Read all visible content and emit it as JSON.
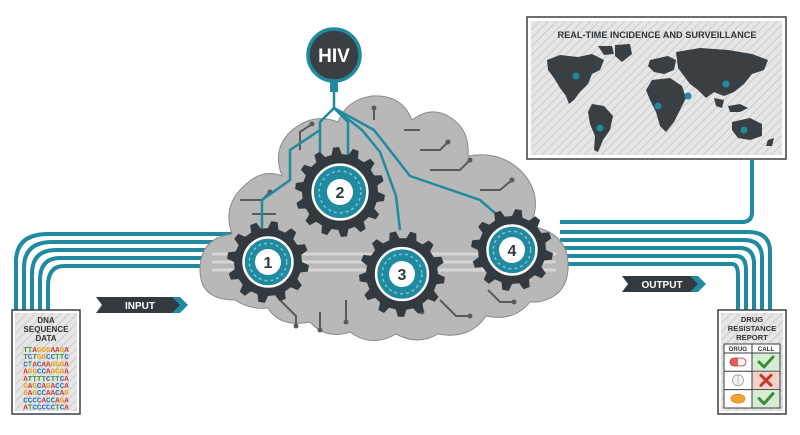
{
  "hiv_label": "HIV",
  "map_title": "REAL-TIME INCIDENCE AND SURVEILLANCE",
  "input_label": "INPUT",
  "output_label": "OUTPUT",
  "gears": [
    "1",
    "2",
    "3",
    "4"
  ],
  "dna": {
    "title_lines": [
      "DNA",
      "SEQUENCE",
      "DATA"
    ],
    "sequences": [
      "TTAGGGAAGA",
      "TCTGGCCTTC",
      "CTACAAGGGA",
      "AGGCCAGGGA",
      "ATTTTCTTCA",
      "GAGCAGACCA",
      "GAGCCAACAG",
      "CCCCACCAGA",
      "ATCCCCCTCA"
    ]
  },
  "report": {
    "title_lines": [
      "DRUG",
      "RESISTANCE",
      "REPORT"
    ],
    "col_drug": "DRUG",
    "col_call": "CALL",
    "rows": [
      {
        "pill": "capsule",
        "call": "check"
      },
      {
        "pill": "round-pill",
        "call": "cross"
      },
      {
        "pill": "oval-pill",
        "call": "check"
      }
    ]
  },
  "colors": {
    "teal": "#1f8aa0",
    "dark": "#333a3f",
    "cloud": "#b3b3b3",
    "check": "#3a8f3a",
    "cross": "#c0392b",
    "nuc_A": "#d2413a",
    "nuc_C": "#2e6fb7",
    "nuc_G": "#e6a01c",
    "nuc_T": "#3f9a3a"
  }
}
